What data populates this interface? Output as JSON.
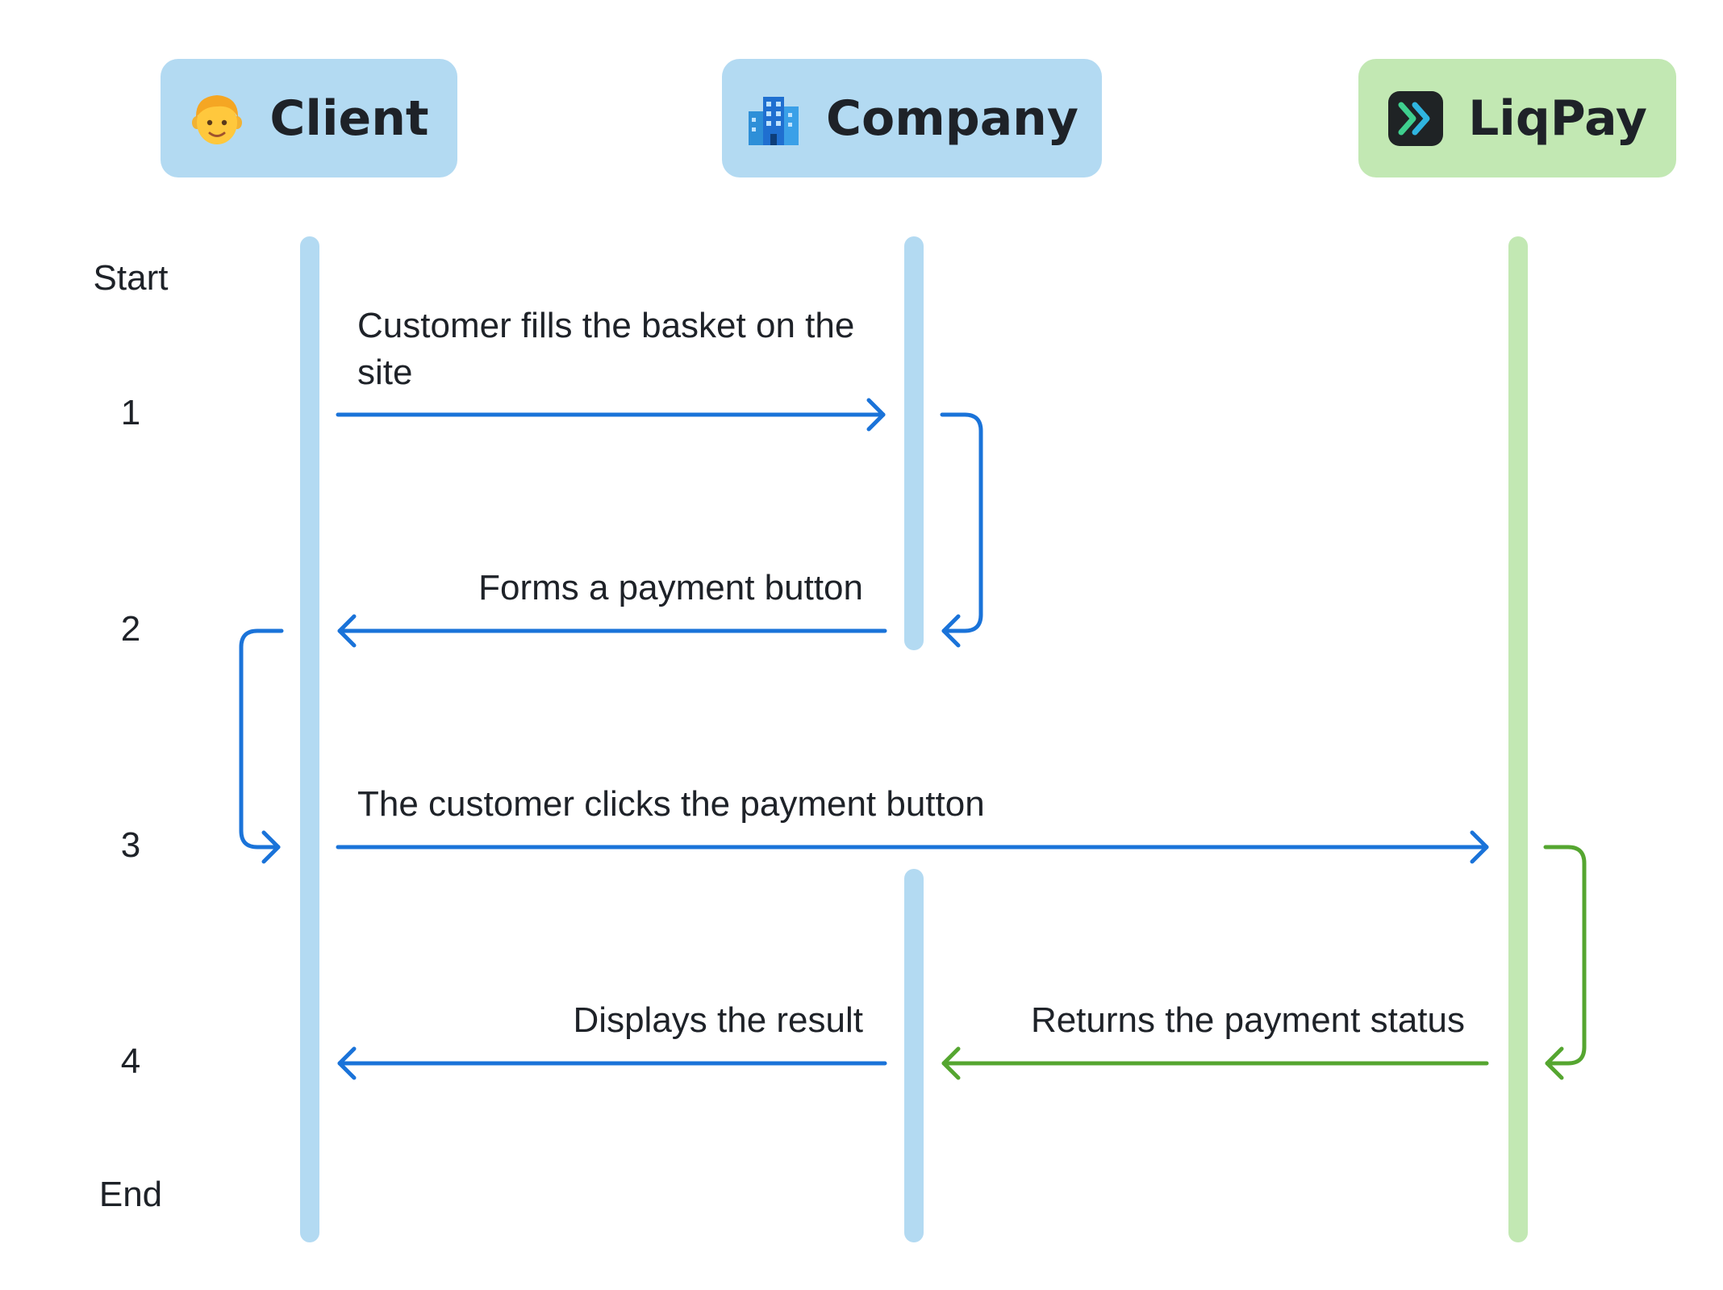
{
  "participants": [
    {
      "id": "client",
      "label": "Client",
      "icon": "person-icon",
      "color": "#b3daf2"
    },
    {
      "id": "company",
      "label": "Company",
      "icon": "building-icon",
      "color": "#b3daf2"
    },
    {
      "id": "liqpay",
      "label": "LiqPay",
      "icon": "liqpay-logo-icon",
      "color": "#c2e8b3"
    }
  ],
  "steps": [
    "Start",
    "1",
    "2",
    "3",
    "4",
    "End"
  ],
  "messages": [
    {
      "from": "client",
      "to": "company",
      "label": "Customer fills the basket on the site",
      "color": "#1a73d9"
    },
    {
      "from": "company",
      "to": "client",
      "label": "Forms a payment button",
      "color": "#1a73d9"
    },
    {
      "from": "client",
      "to": "liqpay",
      "label": "The customer clicks the payment button",
      "color": "#1a73d9"
    },
    {
      "from": "liqpay",
      "to": "company",
      "label": "Returns the payment status",
      "color": "#55a630"
    },
    {
      "from": "company",
      "to": "client",
      "label": "Displays the result",
      "color": "#1a73d9"
    }
  ],
  "colors": {
    "blue_lifeline": "#b3daf2",
    "green_lifeline": "#c2e8b3",
    "blue_arrow": "#1a73d9",
    "green_arrow": "#55a630",
    "text": "#1e2228"
  }
}
